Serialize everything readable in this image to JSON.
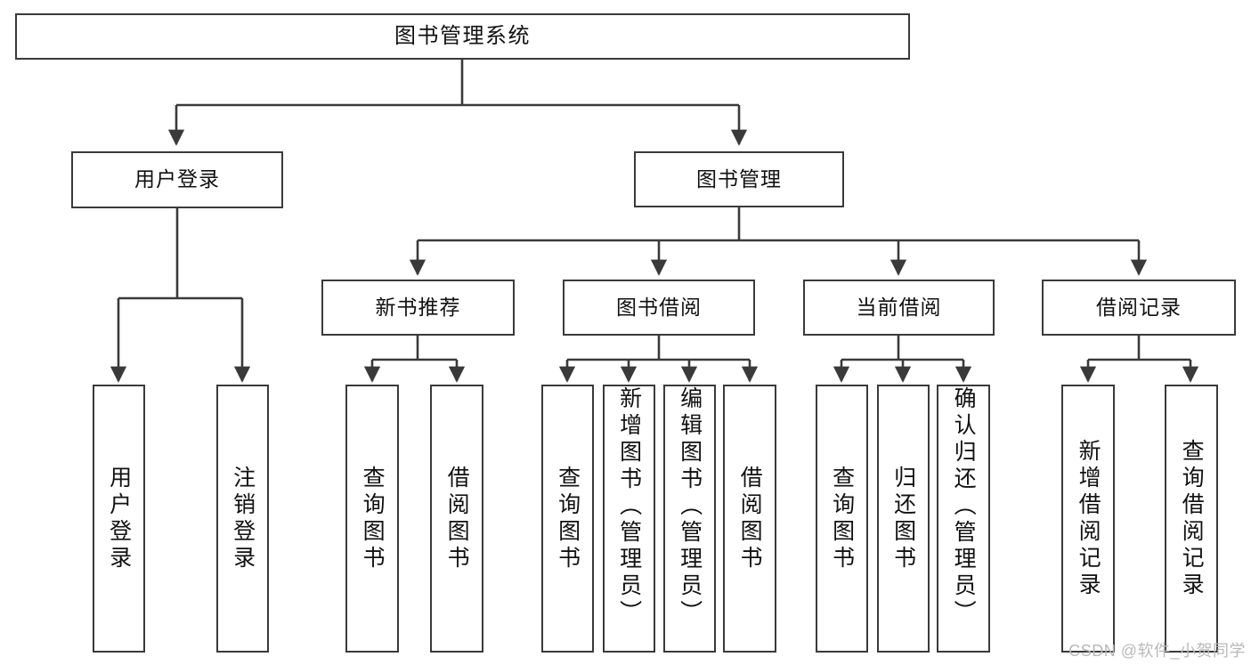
{
  "diagram": {
    "title": "图书管理系统",
    "type": "tree-hierarchy",
    "root": {
      "id": "root",
      "label": "图书管理系统"
    },
    "level2": [
      {
        "id": "user-login",
        "label": "用户登录"
      },
      {
        "id": "book-manage",
        "label": "图书管理"
      }
    ],
    "level3": [
      {
        "id": "new-book-rec",
        "label": "新书推荐",
        "parent": "book-manage"
      },
      {
        "id": "book-borrow",
        "label": "图书借阅",
        "parent": "book-manage"
      },
      {
        "id": "current-borrow",
        "label": "当前借阅",
        "parent": "book-manage"
      },
      {
        "id": "borrow-record",
        "label": "借阅记录",
        "parent": "book-manage"
      }
    ],
    "leaves": {
      "user_login": [
        {
          "id": "leaf-user-login",
          "label": "用户登录"
        },
        {
          "id": "leaf-user-logout",
          "label": "注销登录"
        }
      ],
      "new_book_rec": [
        {
          "id": "leaf-query-book-1",
          "label": "查询图书"
        },
        {
          "id": "leaf-borrow-book-1",
          "label": "借阅图书"
        }
      ],
      "book_borrow": [
        {
          "id": "leaf-query-book-2",
          "label": "查询图书"
        },
        {
          "id": "leaf-add-book",
          "label": "新增图书（管理员）"
        },
        {
          "id": "leaf-edit-book",
          "label": "编辑图书（管理员）"
        },
        {
          "id": "leaf-borrow-book-2",
          "label": "借阅图书"
        }
      ],
      "current_borrow": [
        {
          "id": "leaf-query-book-3",
          "label": "查询图书"
        },
        {
          "id": "leaf-return-book",
          "label": "归还图书"
        },
        {
          "id": "leaf-confirm-return",
          "label": "确认归还（管理员）"
        }
      ],
      "borrow_record": [
        {
          "id": "leaf-add-record",
          "label": "新增借阅记录"
        },
        {
          "id": "leaf-query-record",
          "label": "查询借阅记录"
        }
      ]
    }
  },
  "watermark": {
    "text": "CSDN @软件_小贺同学"
  },
  "colors": {
    "stroke": "#3a3a3a",
    "background": "#ffffff",
    "text": "#111111",
    "watermark": "#b9b9b9"
  }
}
